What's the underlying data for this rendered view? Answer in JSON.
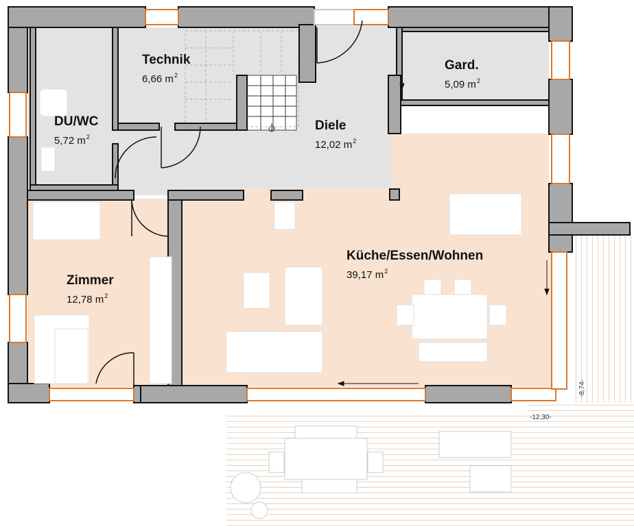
{
  "rooms": [
    {
      "name": "Technik",
      "area": "6,66 m",
      "unit": "2"
    },
    {
      "name": "DU/WC",
      "area": "5,72 m",
      "unit": "2"
    },
    {
      "name": "Gard.",
      "area": "5,09 m",
      "unit": "2"
    },
    {
      "name": "Diele",
      "area": "12,02 m",
      "unit": "2"
    },
    {
      "name": "Zimmer",
      "area": "12,78 m",
      "unit": "2"
    },
    {
      "name": "Küche/Essen/Wohnen",
      "area": "39,17 m",
      "unit": "2"
    }
  ],
  "dimensions": {
    "terrace_depth": "-8,74-",
    "terrace_width": "-12,30-"
  },
  "colors": {
    "wall": "#a8a8a8",
    "wall_outline": "#111111",
    "hall_floor": "#e3e3e3",
    "living_floor": "#f9e2d0",
    "terrace": "#e6d3c4",
    "window_frame": "#d9792d",
    "furniture": "#ffffff"
  }
}
